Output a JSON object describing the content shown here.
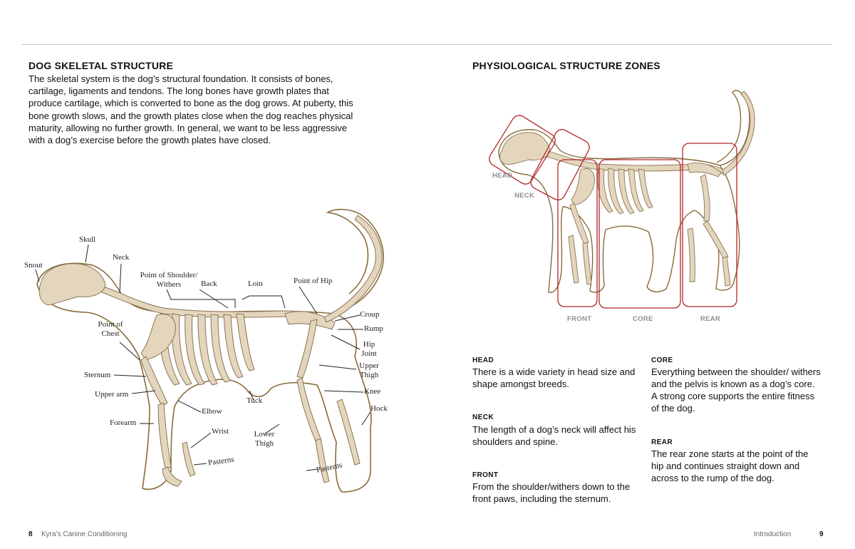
{
  "left_page": {
    "heading": "DOG SKELETAL STRUCTURE",
    "intro": "The skeletal system is the dog’s structural foundation. It consists of bones, cartilage, ligaments and tendons. The long bones have growth plates that produce cartilage, which is converted to bone as the dog grows. At puberty, this bone growth slows, and the growth plates close when the dog reaches physical maturity, allowing no further growth. In general, we want to be less aggressive with a dog’s exercise before the growth plates have closed.",
    "labels": {
      "skull": "Skull",
      "snout": "Snout",
      "neck": "Neck",
      "point_of_shoulder_1": "Point of Shoulder/",
      "point_of_shoulder_2": "Withers",
      "back": "Back",
      "loin": "Loin",
      "point_of_hip": "Point of Hip",
      "croup": "Croup",
      "rump": "Rump",
      "hip_1": "Hip",
      "hip_2": "Joint",
      "upper_thigh_1": "Upper",
      "upper_thigh_2": "Thigh",
      "knee": "Knee",
      "hock": "Hock",
      "point_of_chest_1": "Point of",
      "point_of_chest_2": "Chest",
      "sternum": "Sternum",
      "upper_arm": "Upper arm",
      "elbow": "Elbow",
      "forearm": "Forearm",
      "wrist": "Wrist",
      "tuck": "Tuck",
      "lower_thigh_1": "Lower",
      "lower_thigh_2": "Thigh",
      "pasterns_front": "Pasterns",
      "pasterns_rear": "Pasterns"
    },
    "footer": {
      "page": "8",
      "title": "Kyra’s Canine Conditioning"
    }
  },
  "right_page": {
    "heading": "PHYSIOLOGICAL STRUCTURE ZONES",
    "zone_labels": {
      "head": "HEAD",
      "neck": "NECK",
      "front": "FRONT",
      "core": "CORE",
      "rear": "REAR"
    },
    "zones": {
      "head": {
        "title": "HEAD",
        "text": "There is a wide variety in head size and shape amongst breeds."
      },
      "neck": {
        "title": "NECK",
        "text": "The length of a dog’s neck will affect his shoulders and spine."
      },
      "front": {
        "title": "FRONT",
        "text": "From the shoulder/withers down to the front paws, including the sternum."
      },
      "core": {
        "title": "CORE",
        "text": "Everything between the shoulder/ withers and the pelvis is known as a dog’s core. A strong core supports the entire fitness of the dog."
      },
      "rear": {
        "title": "REAR",
        "text": "The rear zone starts at the point of the hip and continues straight down and across to the rump of the dog."
      }
    },
    "footer": {
      "page": "9",
      "title": "Introduction"
    }
  },
  "colors": {
    "zone_outline": "#b3262a",
    "bone": "#e4d6bd",
    "bone_stroke": "#8a7455",
    "outline": "#8a6a3a",
    "label_gray": "#8c8c8c"
  }
}
